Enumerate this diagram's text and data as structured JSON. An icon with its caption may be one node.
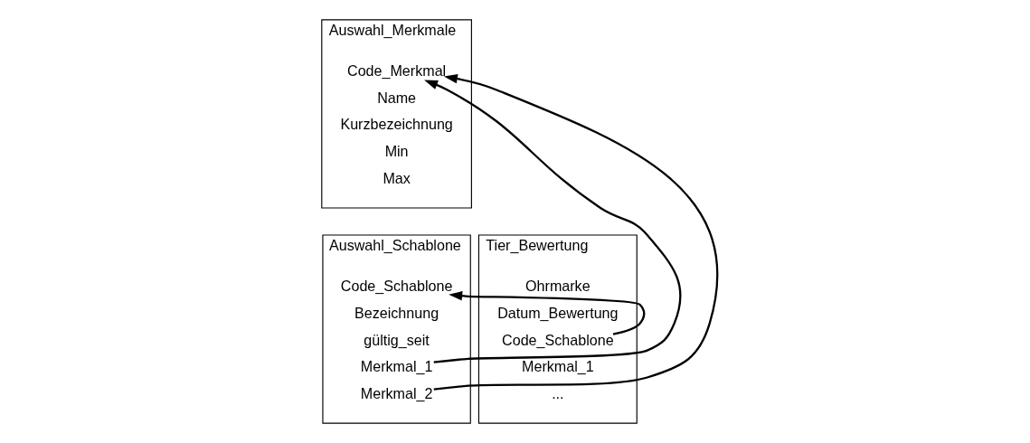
{
  "diagram": {
    "nodes": [
      {
        "text": [
          "Auswahl_Merkmale"
        ]
      },
      {
        "text": [
          "Code_Merkmal"
        ],
        "in": 0
      },
      {
        "text": [
          "Name"
        ],
        "in": 0
      },
      {
        "text": [
          "Kurzbezeichnung"
        ],
        "in": 0
      },
      {
        "text": [
          "Min"
        ],
        "in": 0
      },
      {
        "text": [
          "Max"
        ],
        "in": 0
      },
      {
        "text": [
          "Auswahl_Schablone"
        ]
      },
      {
        "text": [
          "Code_Schablone"
        ],
        "in": 6
      },
      {
        "text": [
          "Bezeichnung"
        ],
        "in": 6
      },
      {
        "text": [
          "gültig_seit"
        ],
        "in": 6
      },
      {
        "text": [
          "Merkmal_1"
        ],
        "in": 6
      },
      {
        "text": [
          "Merkmal_2"
        ],
        "in": 6
      },
      {
        "text": [
          "Tier_Bewertung"
        ]
      },
      {
        "text": [
          "Ohrmarke"
        ],
        "in": 12
      },
      {
        "text": [
          "Datum_Bewertung"
        ],
        "in": 12
      },
      {
        "text": [
          "Code_Schablone"
        ],
        "in": 12
      },
      {
        "text": [
          "Merkmal_1"
        ],
        "in": 12
      },
      {
        "text": [
          "..."
        ],
        "in": 12
      }
    ],
    "edges": [
      {
        "from": 10,
        "to": 1,
        "arrow": "to"
      },
      {
        "from": 11,
        "to": 1,
        "arrow": "to"
      },
      {
        "from": 15,
        "to": 7,
        "arrow": "to"
      }
    ]
  }
}
